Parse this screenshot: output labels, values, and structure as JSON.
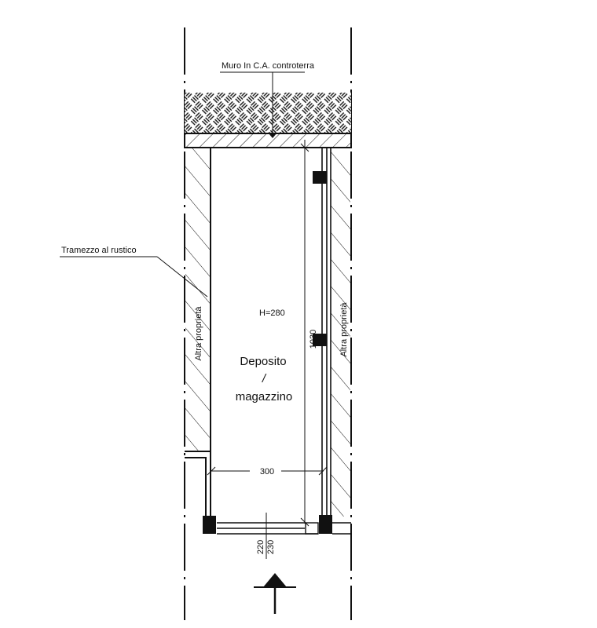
{
  "labels": {
    "wall_note": "Muro In C.A. controterra",
    "partition_note": "Tramezzo al rustico",
    "neighbor_left": "Altra proprietà",
    "neighbor_right": "Altra proprietà",
    "height": "H=280",
    "room_line1": "Deposito",
    "room_line2": "/",
    "room_line3": "magazzino"
  },
  "dimensions": {
    "length": "1030",
    "width": "300",
    "door_height": "220",
    "door_height_2": "230"
  },
  "colors": {
    "ink": "#111111",
    "background": "#ffffff"
  }
}
